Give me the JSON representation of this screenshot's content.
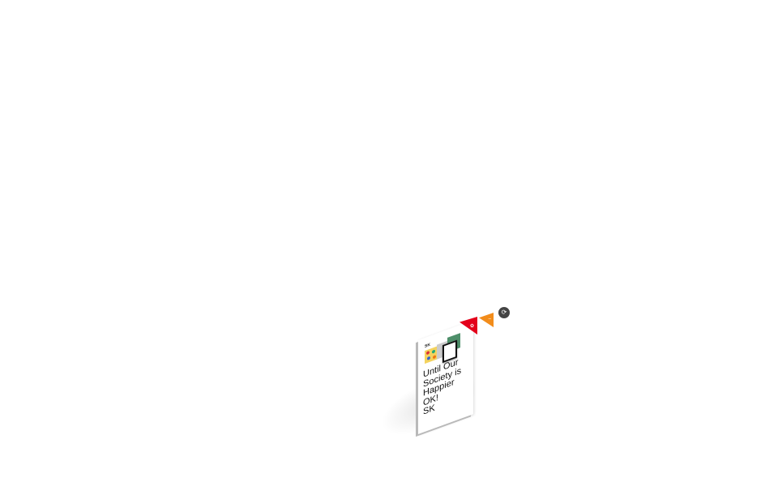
{
  "book": {
    "brand": "SK",
    "title": "Until Our\nSociety is\nHappier\nOK!\nSK"
  },
  "tabs": [
    {
      "name": "red-tab",
      "color": "#e3001b",
      "icon": "settings-icon"
    },
    {
      "name": "orange-tab",
      "color": "#f28c1b",
      "icon": "minus-icon"
    }
  ],
  "circle_button": {
    "icon": "refresh-icon",
    "color": "#444444"
  }
}
